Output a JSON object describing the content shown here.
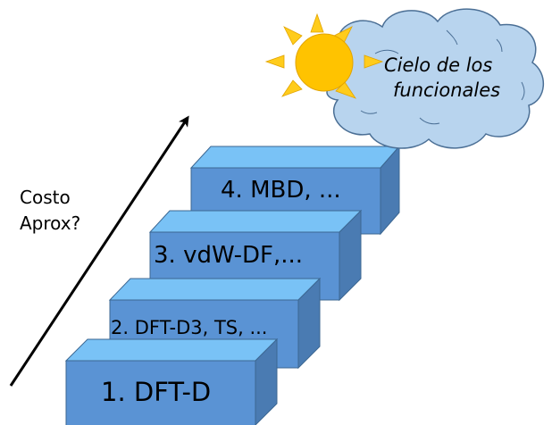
{
  "diagram": {
    "axis_label_line1": "Costo",
    "axis_label_line2": "Aprox?",
    "cloud_label_line1": "Cielo de los",
    "cloud_label_line2": "funcionales",
    "steps": [
      {
        "label": "1. DFT-D"
      },
      {
        "label": "2. DFT-D3, TS, ..."
      },
      {
        "label": "3. vdW-DF,..."
      },
      {
        "label": "4. MBD, ..."
      }
    ]
  },
  "colors": {
    "step_front": "#5a93d4",
    "step_top": "#79c2f6",
    "step_side": "#4a7bb2",
    "step_edge": "#3c6792",
    "cloud_fill": "#b8d4ee",
    "cloud_edge": "#4b6f95",
    "sun_fill": "#ffc300",
    "sun_ray": "#ffcc1c",
    "sun_edge": "#e2a400",
    "arrow": "#000000"
  }
}
